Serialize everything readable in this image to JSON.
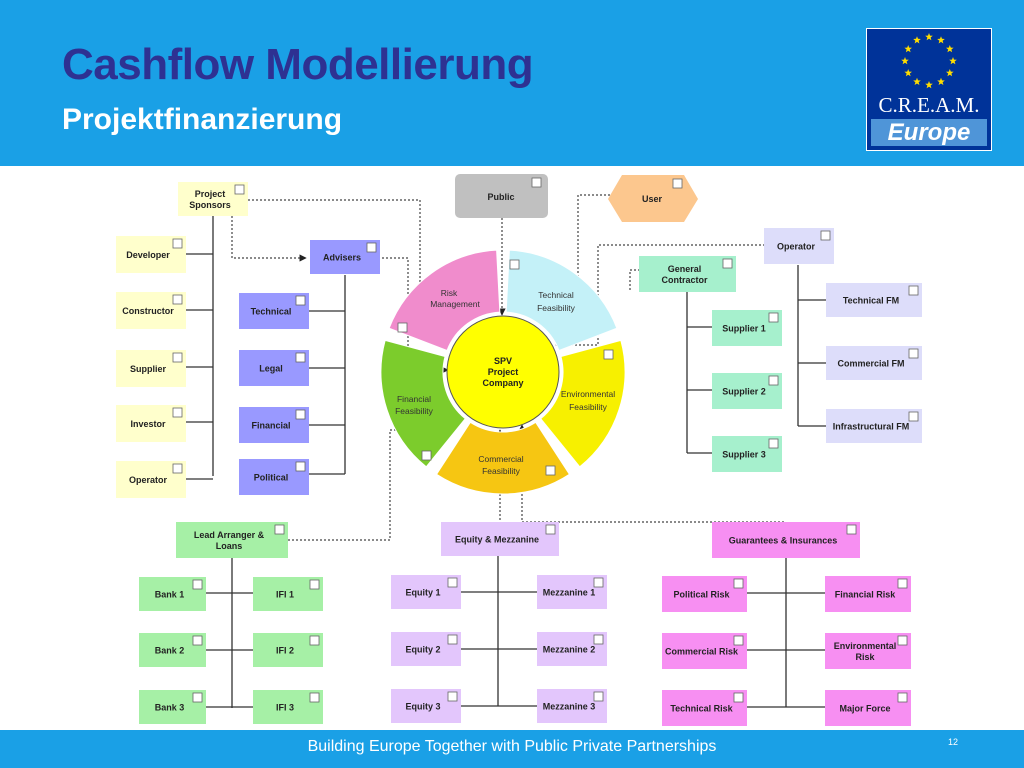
{
  "header": {
    "title": "Cashflow Modellierung",
    "subtitle": "Projektfinanzierung"
  },
  "logo": {
    "line1": "C.R.E.A.M.",
    "line2": "Europe"
  },
  "footer": {
    "text": "Building Europe Together with Public Private Partnerships",
    "page": "12"
  },
  "colors": {
    "header_bg": "#1aa0e6",
    "title": "#2e3192",
    "logo_bg": "#003399"
  },
  "diagram": {
    "center": {
      "line1": "SPV",
      "line2": "Project",
      "line3": "Company"
    },
    "segments": [
      {
        "line1": "Risk",
        "line2": "Management",
        "color": "#f08ccc"
      },
      {
        "line1": "Technical",
        "line2": "Feasibility",
        "color": "#c4f1f8"
      },
      {
        "line1": "Environmental",
        "line2": "Feasibility",
        "color": "#f7f000"
      },
      {
        "line1": "Commercial",
        "line2": "Feasibility",
        "color": "#f6c612"
      },
      {
        "line1": "Financial",
        "line2": "Feasibility",
        "color": "#7ccc2c"
      }
    ],
    "top_boxes": {
      "public": "Public",
      "user": "User"
    },
    "sponsors": {
      "title_line1": "Project",
      "title_line2": "Sponsors",
      "items": [
        "Developer",
        "Constructor",
        "Supplier",
        "Investor",
        "Operator"
      ]
    },
    "advisers": {
      "title": "Advisers",
      "items": [
        "Technical",
        "Legal",
        "Financial",
        "Political"
      ]
    },
    "general_contractor": {
      "title_line1": "General",
      "title_line2": "Contractor",
      "items": [
        "Supplier 1",
        "Supplier 2",
        "Supplier 3"
      ]
    },
    "operator": {
      "title": "Operator",
      "items": [
        "Technical FM",
        "Commercial FM",
        "Infrastructural FM"
      ]
    },
    "lead_arranger": {
      "title_line1": "Lead Arranger &",
      "title_line2": "Loans",
      "banks": [
        "Bank 1",
        "Bank 2",
        "Bank 3"
      ],
      "ifis": [
        "IFI 1",
        "IFI 2",
        "IFI 3"
      ]
    },
    "equity_mezzanine": {
      "title": "Equity & Mezzanine",
      "equity": [
        "Equity 1",
        "Equity 2",
        "Equity 3"
      ],
      "mezzanine": [
        "Mezzanine 1",
        "Mezzanine 2",
        "Mezzanine 3"
      ]
    },
    "guarantees": {
      "title": "Guarantees & Insurances",
      "left": [
        "Political Risk",
        "Commercial Risk",
        "Technical Risk"
      ],
      "right_1": "Financial Risk",
      "right_2_line1": "Environmental",
      "right_2_line2": "Risk",
      "right_3": "Major Force"
    }
  }
}
